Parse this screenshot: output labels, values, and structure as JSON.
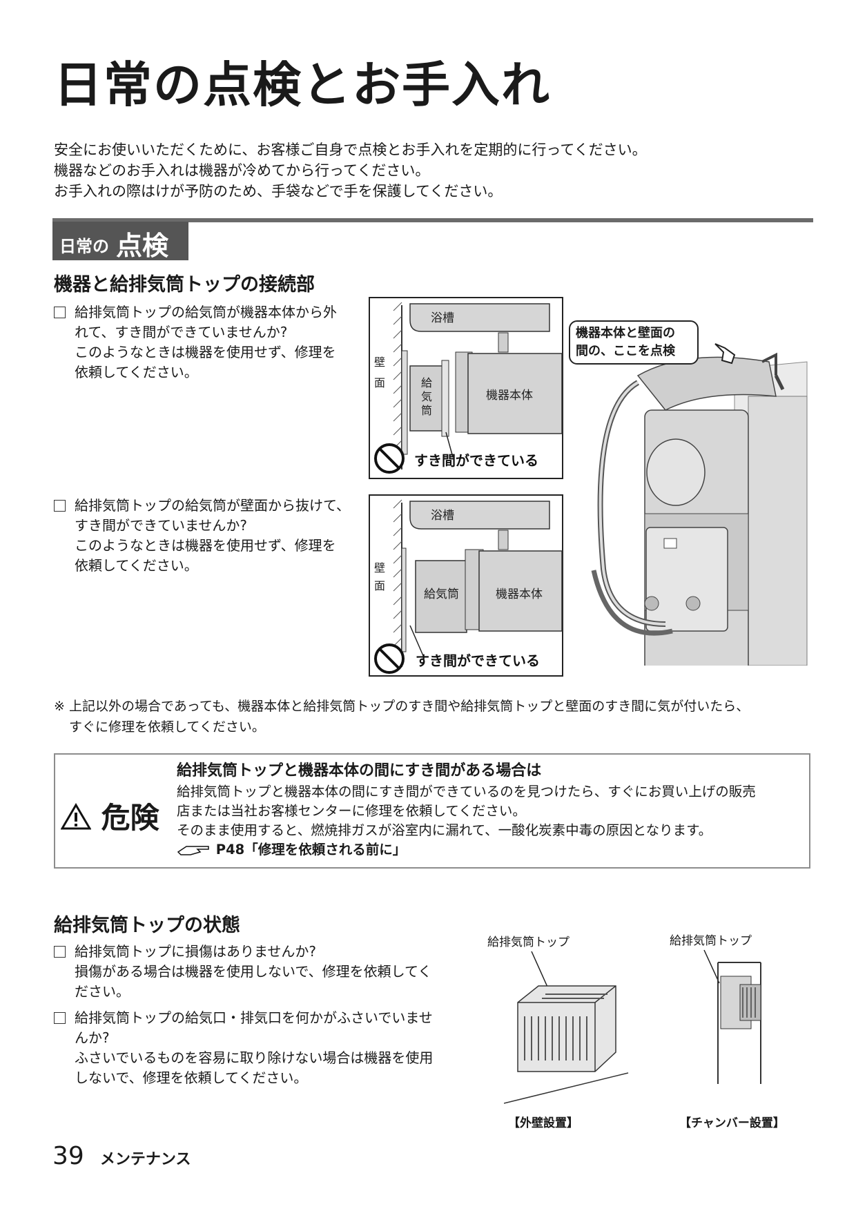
{
  "page": {
    "title": "日常の点検とお手入れ",
    "intro": [
      "安全にお使いいただくために、お客様ご自身で点検とお手入れを定期的に行ってください。",
      "機器などのお手入れは機器が冷めてから行ってください。",
      "お手入れの際はけが予防のため、手袋などで手を保護してください。"
    ],
    "section_label_small": "日常の",
    "section_label_large": "点検"
  },
  "connection": {
    "heading": "機器と給排気筒トップの接続部",
    "items": [
      {
        "question": [
          "給排気筒トップの給気筒が機器本体から外",
          "れて、すき間ができていませんか?"
        ],
        "advice": [
          "このようなときは機器を使用せず、修理を",
          "依頼してください。"
        ]
      },
      {
        "question": [
          "給排気筒トップの給気筒が壁面から抜けて、",
          "すき間ができていませんか?"
        ],
        "advice": [
          "このようなときは機器を使用せず、修理を",
          "依頼してください。"
        ]
      }
    ],
    "figure1": {
      "bathtub": "浴槽",
      "wall": "壁面",
      "duct": "給気筒",
      "unit": "機器本体",
      "gap": "すき間ができている"
    },
    "figure2": {
      "bathtub": "浴槽",
      "wall": "壁面",
      "duct": "給気筒",
      "unit": "機器本体",
      "gap": "すき間ができている"
    },
    "callout": [
      "機器本体と壁面の",
      "間の、ここを点検"
    ],
    "note": [
      "※ 上記以外の場合であっても、機器本体と給排気筒トップのすき間や給排気筒トップと壁面のすき間に気が付いたら、",
      "すぐに修理を依頼してください。"
    ]
  },
  "danger": {
    "label": "危険",
    "heading": "給排気筒トップと機器本体の間にすき間がある場合は",
    "lines": [
      "給排気筒トップと機器本体の間にすき間ができているのを見つけたら、すぐにお買い上げの販売",
      "店または当社お客様センターに修理を依頼してください。",
      "そのまま使用すると、燃焼排ガスが浴室内に漏れて、一酸化炭素中毒の原因となります。"
    ],
    "ref": "P48「修理を依頼される前に」"
  },
  "top_state": {
    "heading": "給排気筒トップの状態",
    "items": [
      {
        "question": [
          "給排気筒トップに損傷はありませんか?"
        ],
        "advice": [
          "損傷がある場合は機器を使用しないで、修理を依頼してく",
          "ださい。"
        ]
      },
      {
        "question": [
          "給排気筒トップの給気口・排気口を何かがふさいでいませ",
          "んか?"
        ],
        "advice": [
          "ふさいでいるものを容易に取り除けない場合は機器を使用",
          "しないで、修理を依頼してください。"
        ]
      }
    ],
    "fig_left_label": "給排気筒トップ",
    "fig_left_caption": "【外壁設置】",
    "fig_right_label": "給排気筒トップ",
    "fig_right_caption": "【チャンバー設置】"
  },
  "footer": {
    "page_number": "39",
    "section": "メンテナンス"
  },
  "icons": {
    "prohibited": "prohibited-icon",
    "warning": "warning-triangle-icon",
    "pointing_hand": "pointing-hand-icon",
    "checkbox": "checkbox-icon"
  }
}
